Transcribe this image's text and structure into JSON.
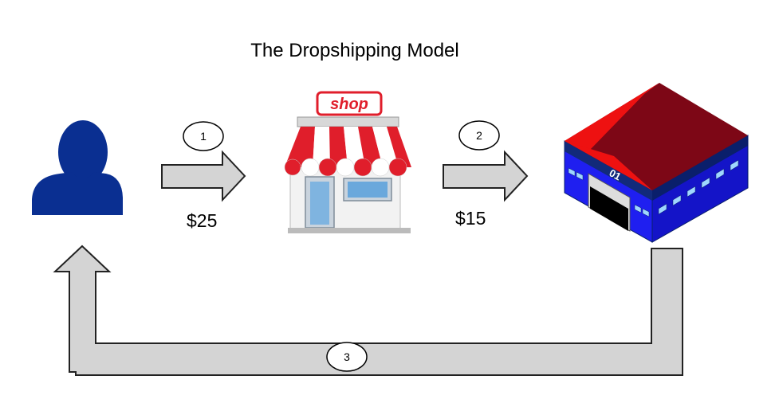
{
  "diagram": {
    "title": "The Dropshipping Model",
    "steps": [
      {
        "number": "1",
        "price": "$25"
      },
      {
        "number": "2",
        "price": "$15"
      },
      {
        "number": "3"
      }
    ],
    "shop_sign": "shop",
    "warehouse_label": "01",
    "icons": [
      "customer-icon",
      "shop-icon",
      "warehouse-icon"
    ],
    "colors": {
      "customer": "#0a2f91",
      "arrow_fill": "#d4d4d4",
      "arrow_stroke": "#222222",
      "shop_red": "#e01e2b",
      "warehouse_roof": "#ee1111",
      "warehouse_roof_dark": "#7d0716",
      "warehouse_wall": "#1f1ff0",
      "warehouse_trim": "#0a1f6b"
    }
  }
}
